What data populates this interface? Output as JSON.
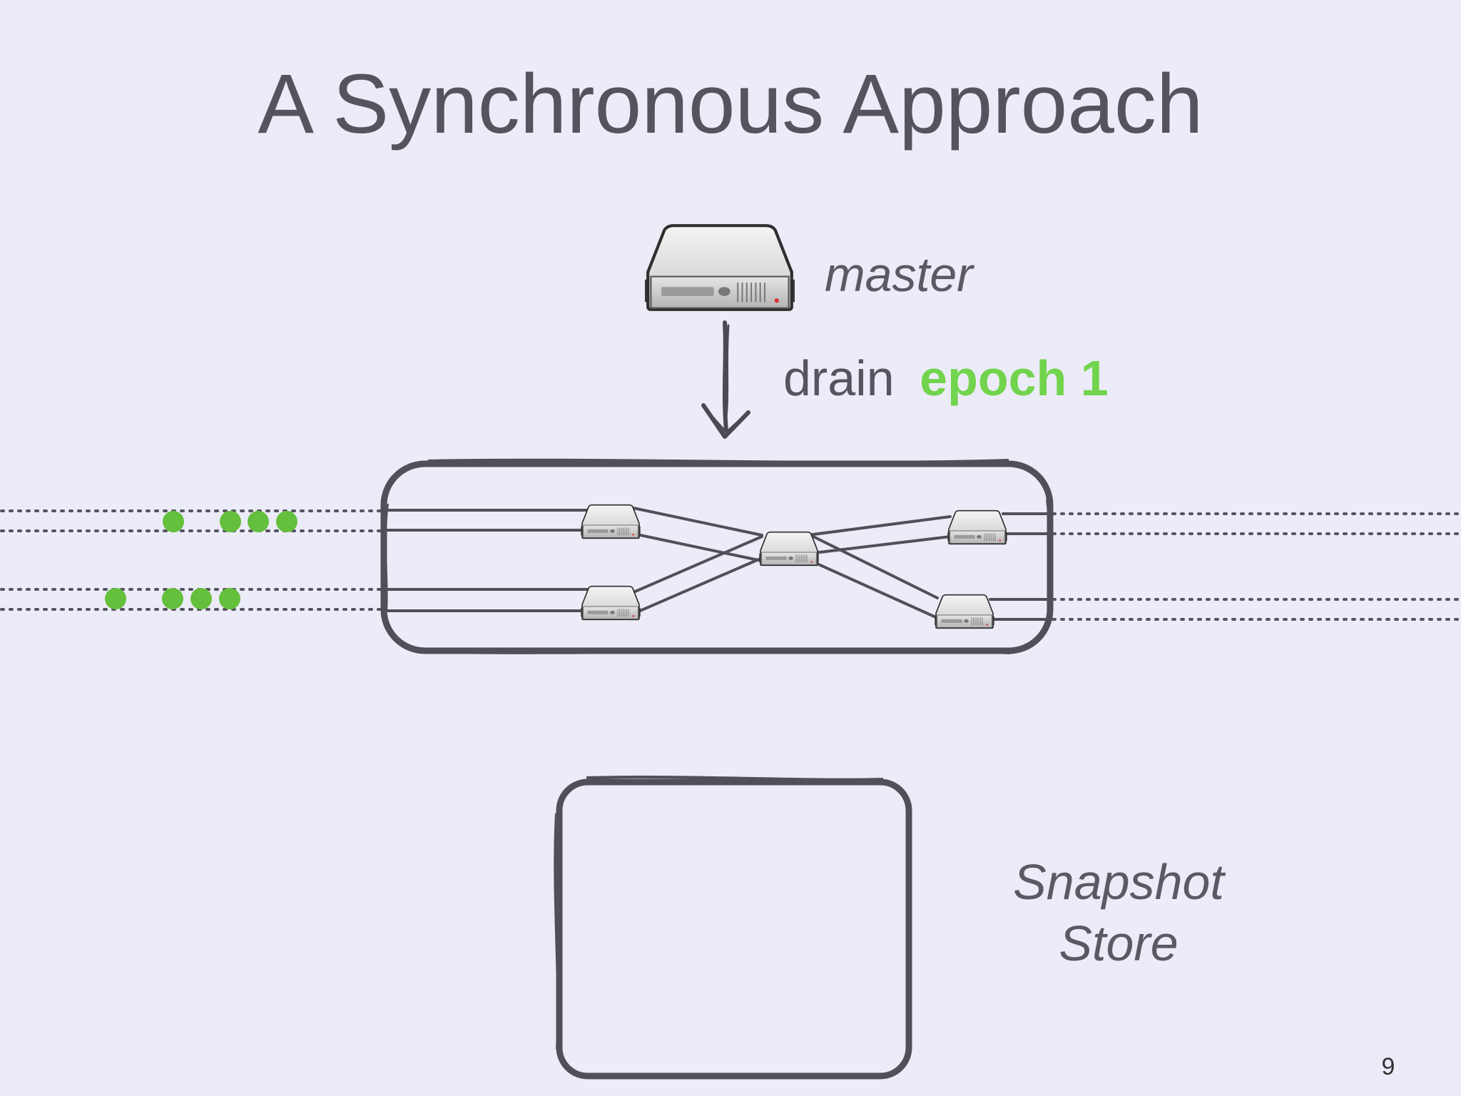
{
  "slide": {
    "title": "A Synchronous Approach",
    "page_number": "9"
  },
  "master": {
    "label": "master",
    "icon": "server-icon"
  },
  "command": {
    "prefix": "drain",
    "highlight": "epoch 1"
  },
  "store": {
    "label_line1": "Snapshot",
    "label_line2": "Store"
  },
  "colors": {
    "background": "#ecebf8",
    "text": "#54545e",
    "stroke": "#505058",
    "accent_green": "#72d44c",
    "record_dot": "#64bf3c"
  }
}
